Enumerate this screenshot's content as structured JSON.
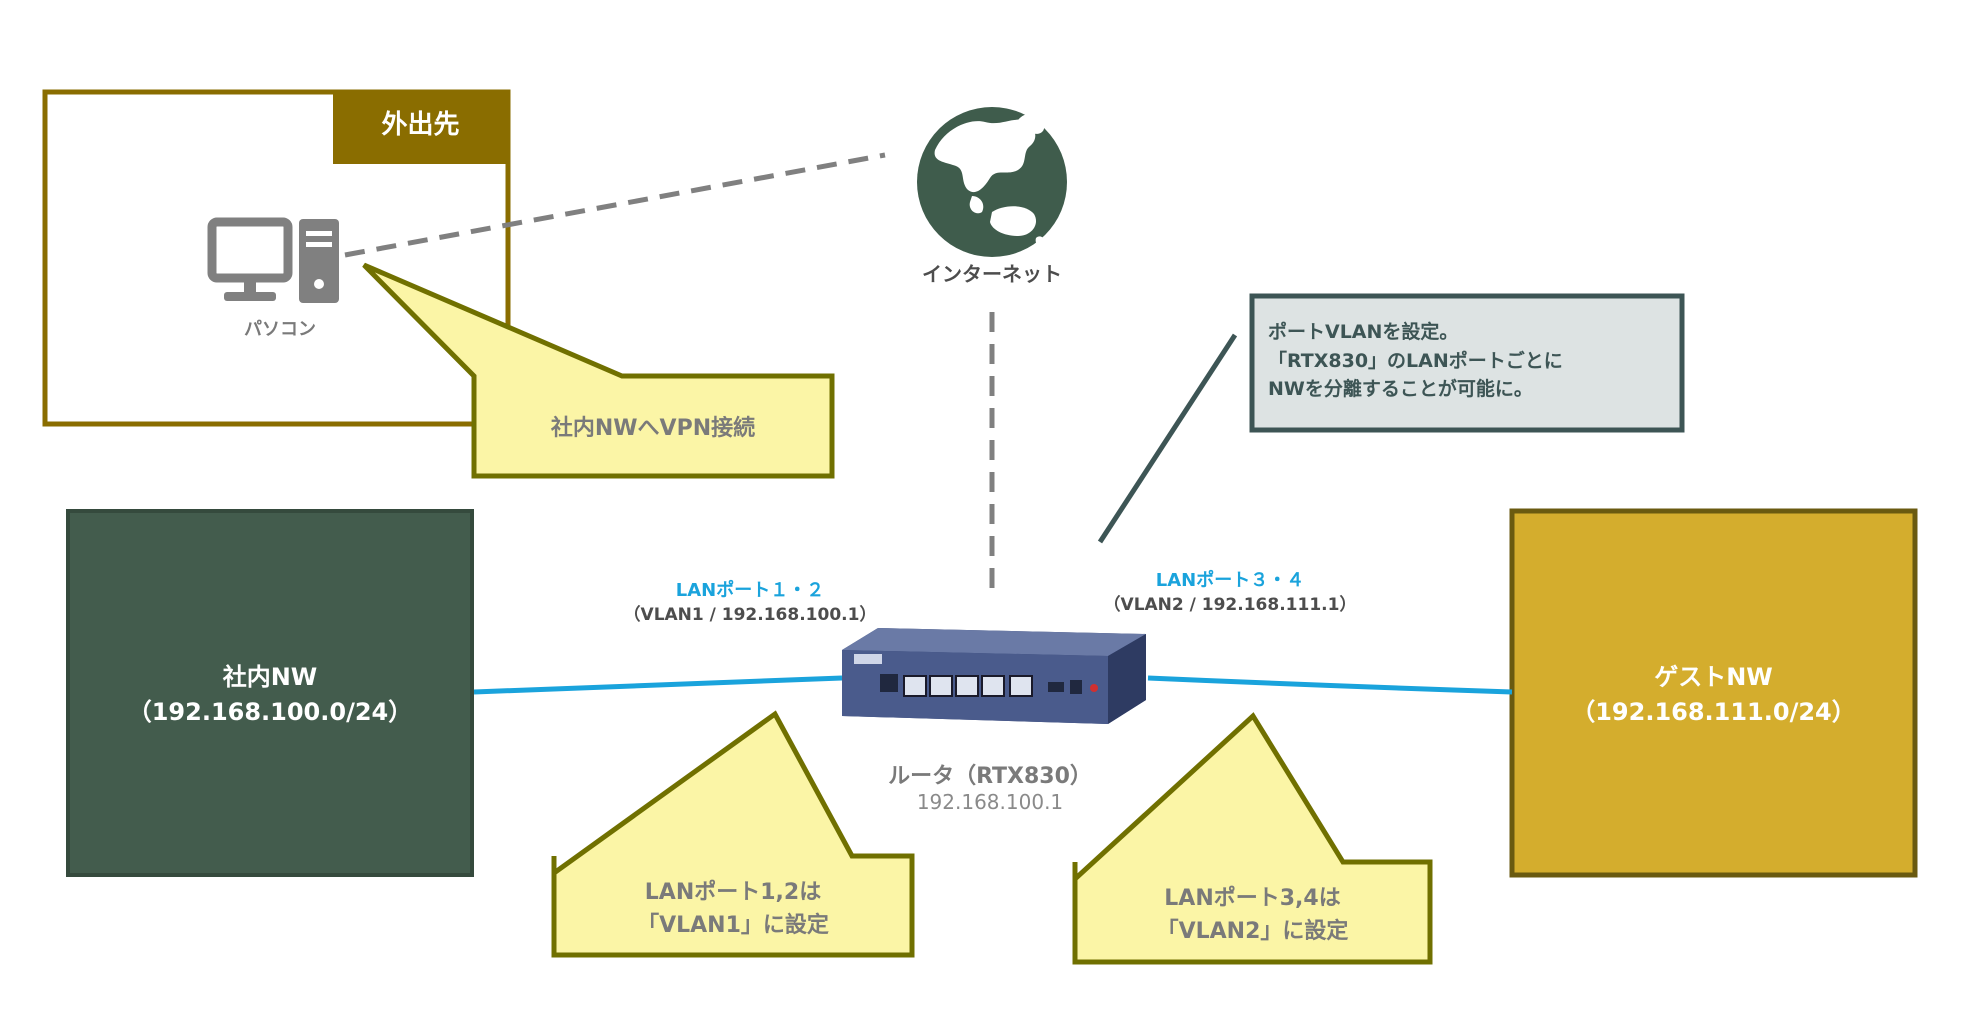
{
  "outside": {
    "title": "外出先",
    "pc_label": "パソコン",
    "vpn_callout": "社内NWへVPN接続"
  },
  "internet": {
    "label": "インターネット"
  },
  "port_vlan_note": {
    "line1": "ポートVLANを設定。",
    "line2": "「RTX830」のLANポートごとに",
    "line3": "NWを分離することが可能に。"
  },
  "corp_nw": {
    "name": "社内NW",
    "subnet": "（192.168.100.0/24）"
  },
  "guest_nw": {
    "name": "ゲストNW",
    "subnet": "（192.168.111.0/24）"
  },
  "router": {
    "name": "ルータ（RTX830）",
    "ip": "192.168.100.1"
  },
  "ports_left": {
    "title": "LANポート１・２",
    "detail": "（VLAN1 / 192.168.100.1）"
  },
  "ports_right": {
    "title": "LANポート３・４",
    "detail": "（VLAN2 / 192.168.111.1）"
  },
  "callout_left": {
    "line1": "LANポート1,2は",
    "line2": "「VLAN1」に設定"
  },
  "callout_right": {
    "line1": "LANポート3,4は",
    "line2": "「VLAN2」に設定"
  },
  "colors": {
    "outside_border": "#8a6d00",
    "corp_fill": "#435c4d",
    "guest_fill": "#d4ad2d",
    "callout_fill": "#fbf5a6",
    "callout_border": "#707000",
    "note_fill": "#dde3e3",
    "note_border": "#3d5555",
    "link_blue": "#1aa3dc"
  }
}
